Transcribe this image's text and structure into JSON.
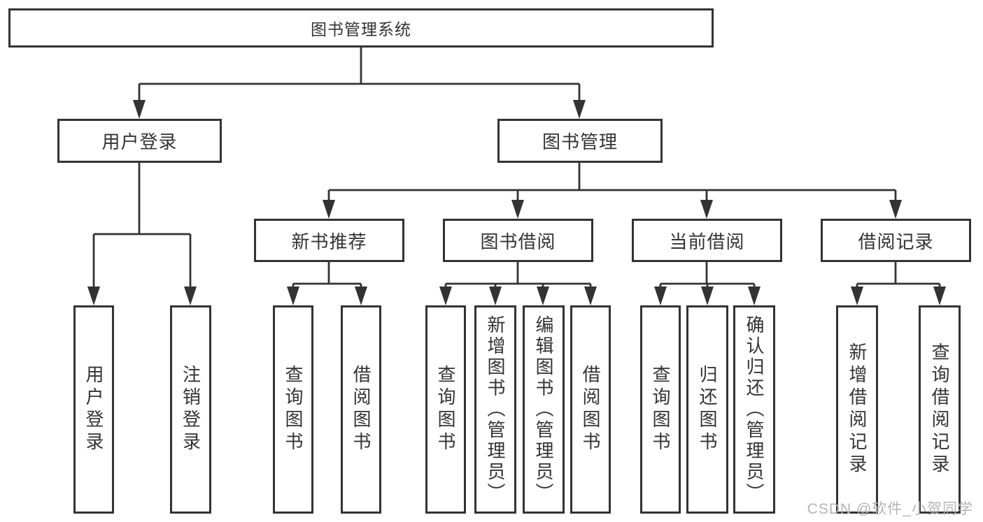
{
  "root": {
    "label": "图书管理系统"
  },
  "branches": [
    {
      "label": "用户登录",
      "leaves": [
        {
          "label": "用户登录"
        },
        {
          "label": "注销登录"
        }
      ]
    },
    {
      "label": "图书管理",
      "groups": [
        {
          "label": "新书推荐",
          "leaves": [
            {
              "label": "查询图书"
            },
            {
              "label": "借阅图书"
            }
          ]
        },
        {
          "label": "图书借阅",
          "leaves": [
            {
              "label": "查询图书"
            },
            {
              "label": "新增图书（管理员）"
            },
            {
              "label": "编辑图书（管理员）"
            },
            {
              "label": "借阅图书"
            }
          ]
        },
        {
          "label": "当前借阅",
          "leaves": [
            {
              "label": "查询图书"
            },
            {
              "label": "归还图书"
            },
            {
              "label": "确认归还（管理员）"
            }
          ]
        },
        {
          "label": "借阅记录",
          "leaves": [
            {
              "label": "新增借阅记录"
            },
            {
              "label": "查询借阅记录"
            }
          ]
        }
      ]
    }
  ],
  "watermark": {
    "text": "CSDN @软件_小贺同学"
  },
  "colors": {
    "line": "#333333",
    "text": "#333333",
    "box_background": "#ffffff",
    "page_background": "#ffffff",
    "watermark": "#b5b5b5"
  }
}
